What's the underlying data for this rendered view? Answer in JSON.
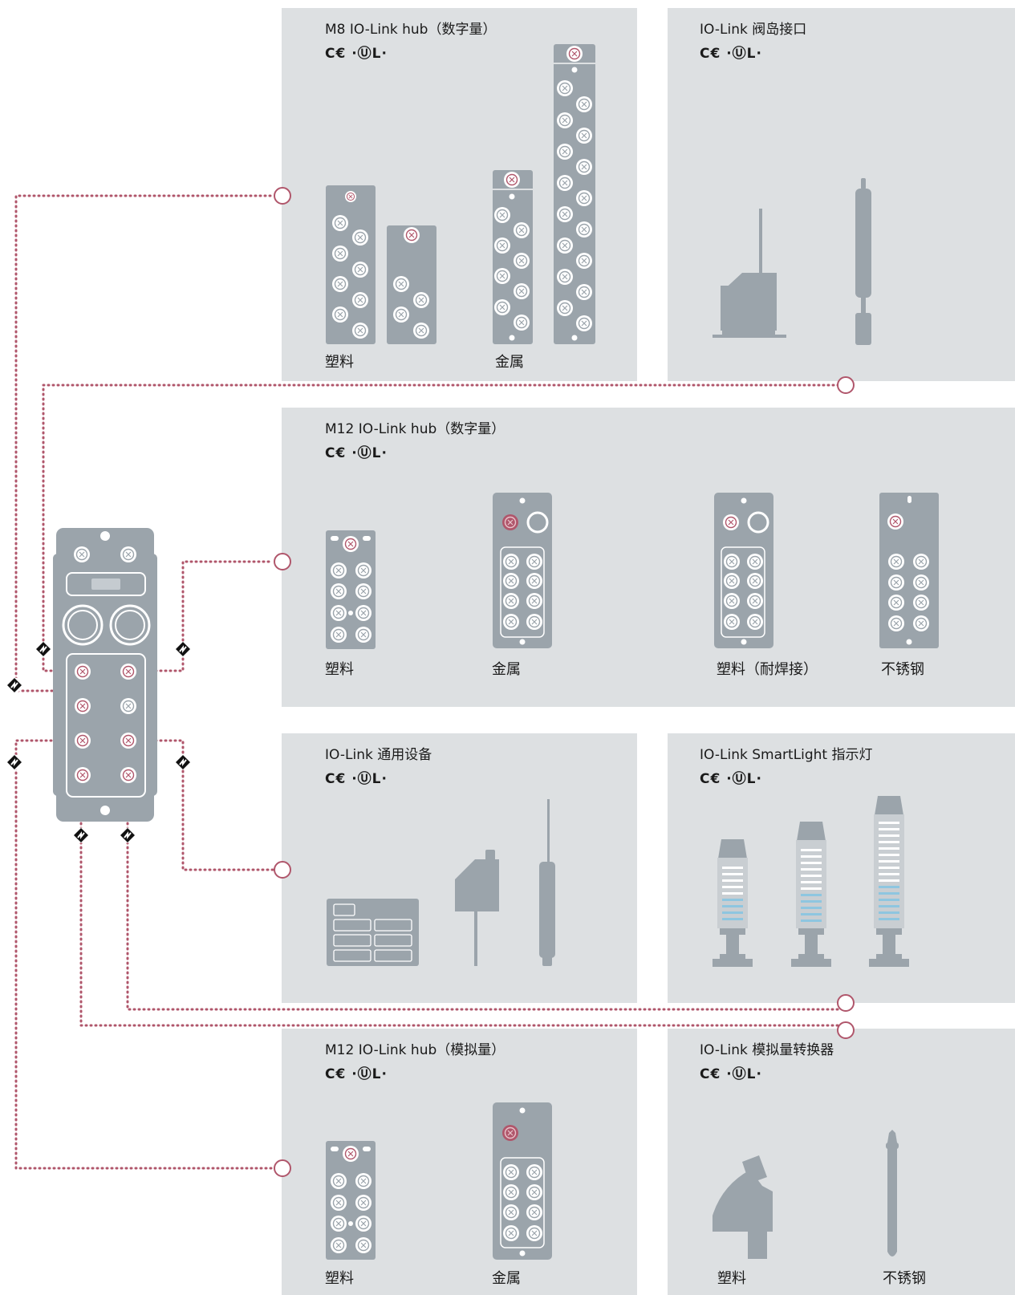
{
  "panels": {
    "m8": {
      "title": "M8 IO-Link hub（数字量）",
      "cert": "C€ ·ⓊL·",
      "caption_left": "塑料",
      "caption_right": "金属"
    },
    "valve": {
      "title": "IO-Link 阀岛接口",
      "cert": "C€ ·ⓊL·"
    },
    "m12d": {
      "title": "M12 IO-Link hub（数字量）",
      "cert": "C€ ·ⓊL·",
      "captions": [
        "塑料",
        "金属",
        "塑料（耐焊接）",
        "不锈钢"
      ]
    },
    "general": {
      "title": "IO-Link 通用设备",
      "cert": "C€ ·ⓊL·"
    },
    "smartlight": {
      "title": "IO-Link SmartLight 指示灯",
      "cert": "C€ ·ⓊL·"
    },
    "m12a": {
      "title": "M12 IO-Link hub（模拟量）",
      "cert": "C€ ·ⓊL·",
      "caption_left": "塑料",
      "caption_right": "金属"
    },
    "converter": {
      "title": "IO-Link 模拟量转换器",
      "cert": "C€ ·ⓊL·",
      "caption_left": "塑料",
      "caption_right": "不锈钢"
    }
  },
  "colors": {
    "panel": "#dde0e2",
    "device": "#9ba4ab",
    "accent": "#b0566b",
    "connector": "#ffffff",
    "light": "#8ec6e0"
  },
  "icons": [
    "io-link-symbol-icon",
    "ce-mark-icon",
    "ul-mark-icon"
  ]
}
